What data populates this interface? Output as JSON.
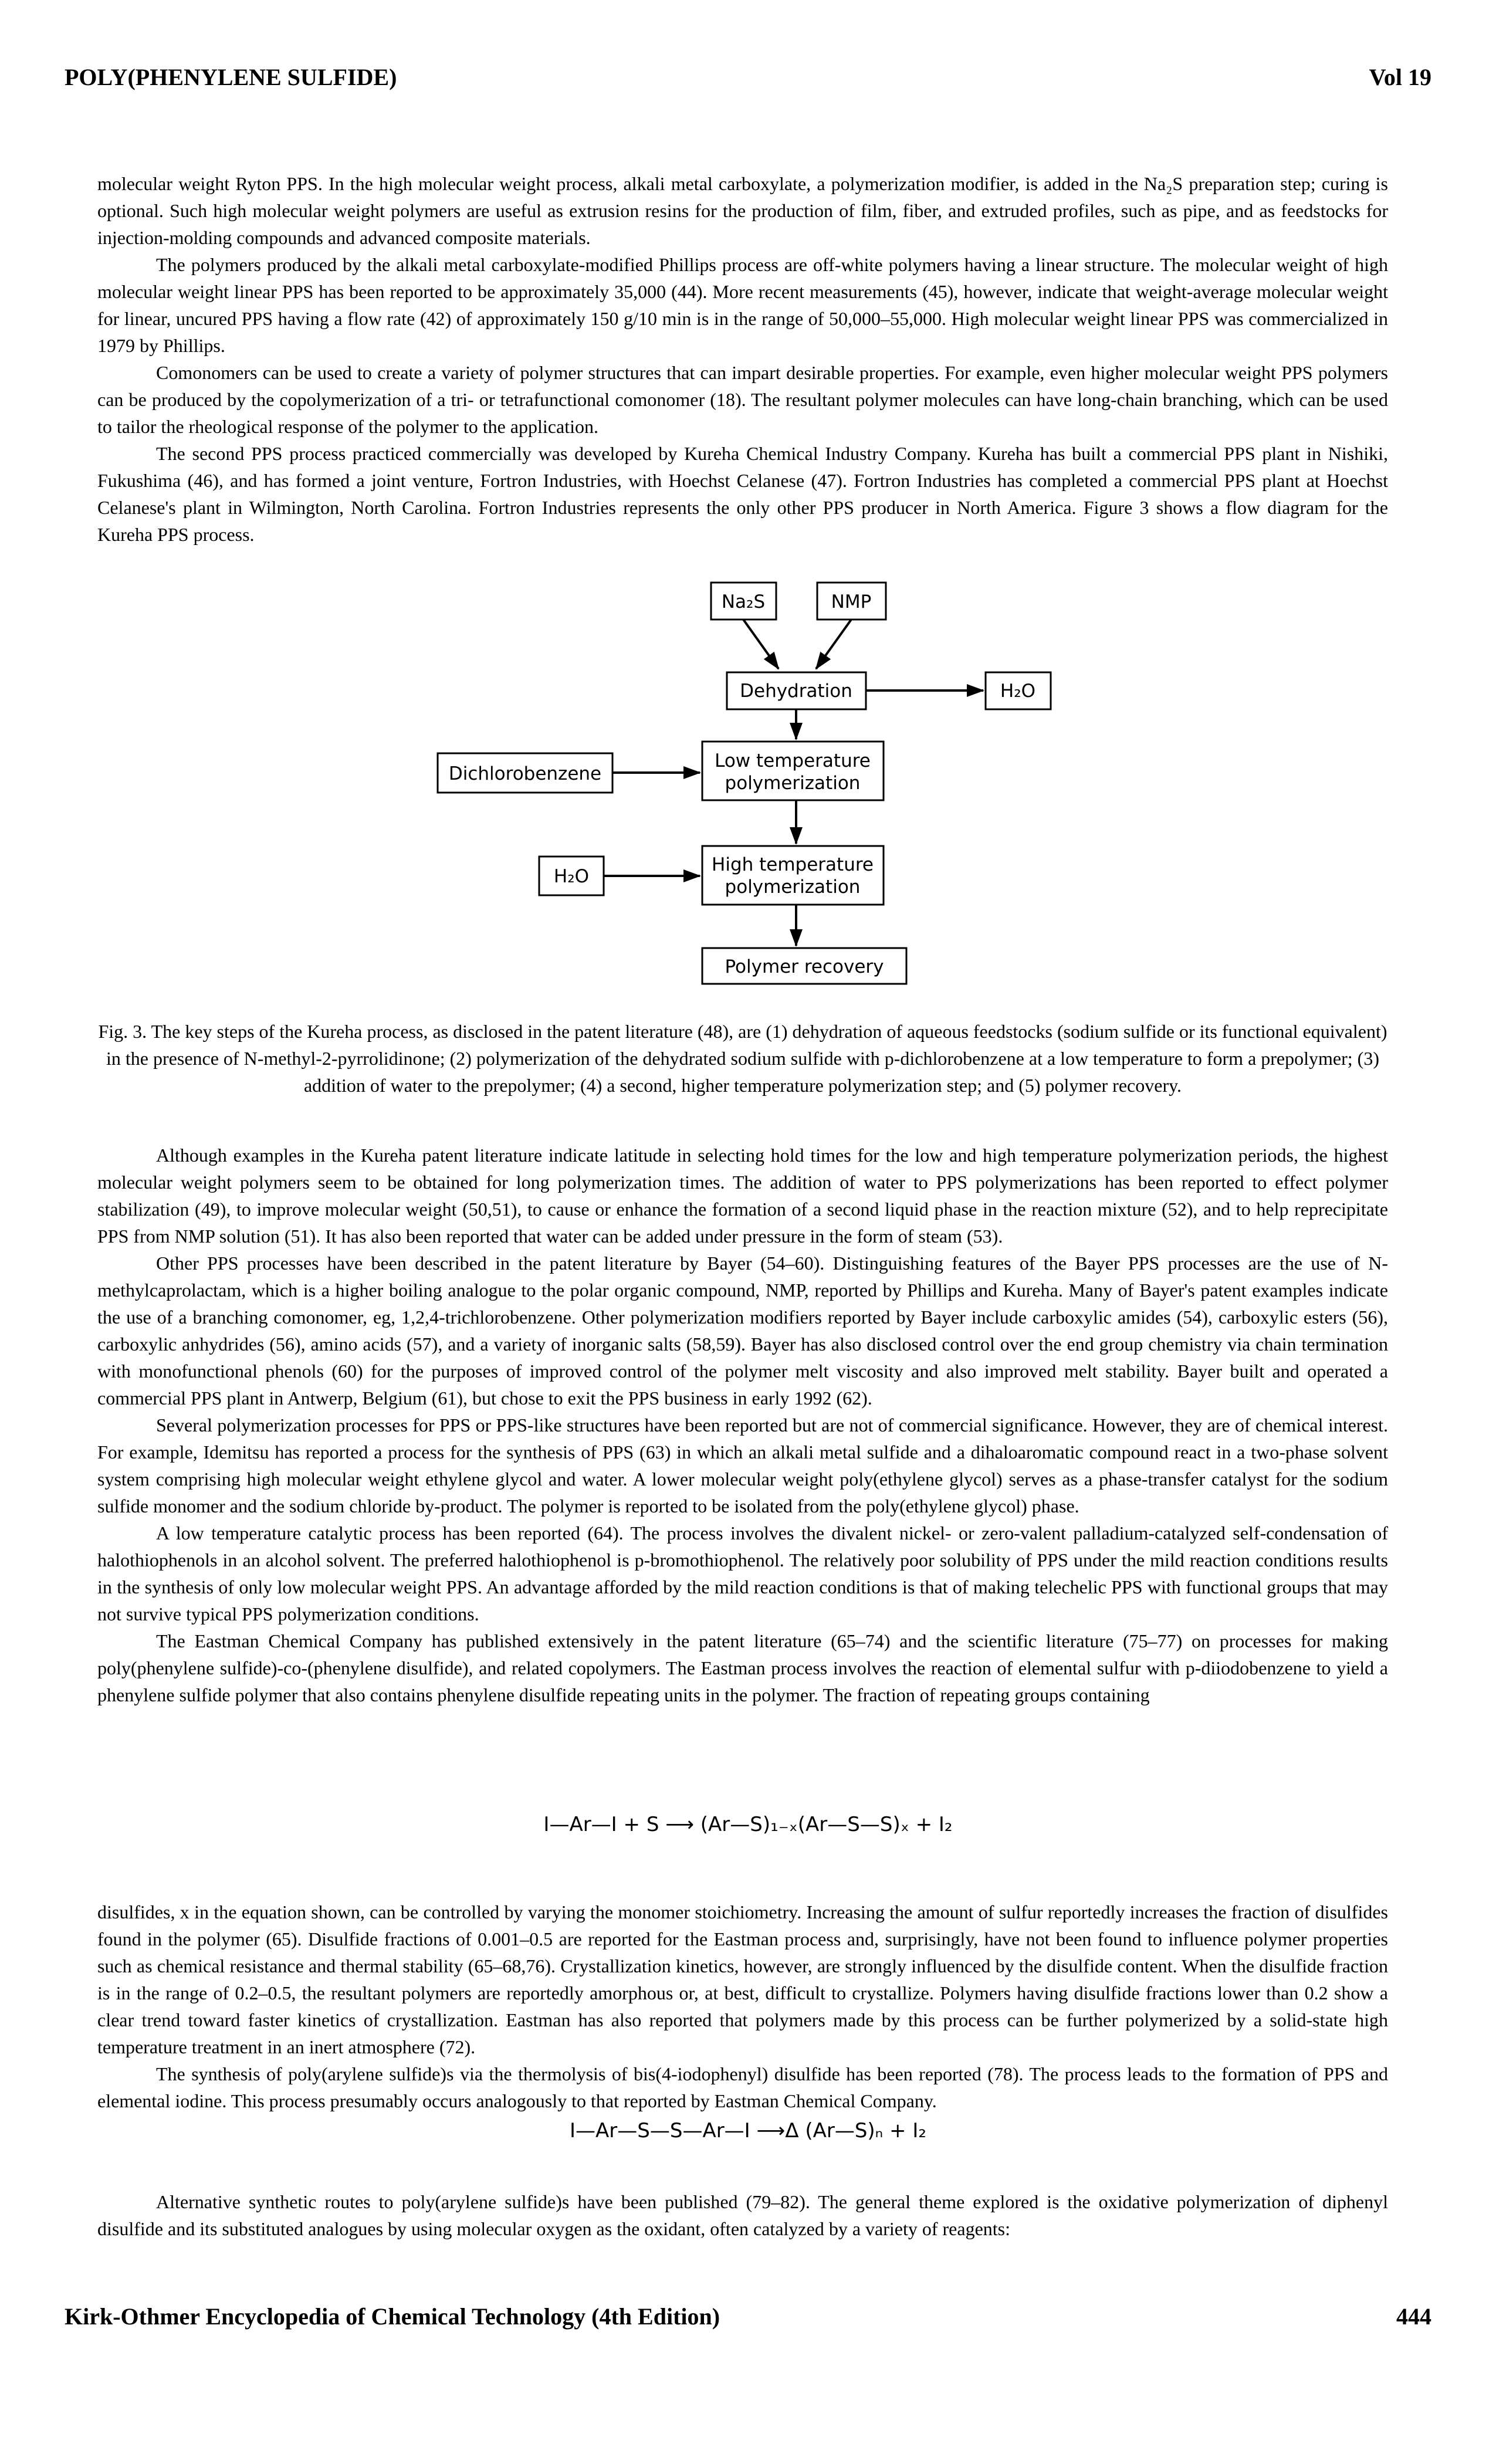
{
  "header": {
    "title": "POLY(PHENYLENE SULFIDE)",
    "volume": "Vol 19"
  },
  "paragraphs_top": [
    "molecular weight Ryton PPS. In the high molecular weight process, alkali metal carboxylate, a polymerization modifier, is added in the Na₂S preparation step; curing is optional. Such high molecular weight polymers are useful as extrusion resins for the production of film, fiber, and extruded profiles, such as pipe, and as feedstocks for injection-molding compounds and advanced composite materials.",
    "The polymers produced by the alkali metal carboxylate-modified Phillips process are off-white polymers having a linear structure. The molecular weight of high molecular weight linear PPS has been reported to be approximately 35,000 (44). More recent measurements (45), however, indicate that weight-average molecular weight for linear, uncured PPS having a flow rate (42) of approximately 150 g/10 min is in the range of 50,000–55,000. High molecular weight linear PPS was commercialized in 1979 by Phillips.",
    "Comonomers can be used to create a variety of polymer structures that can impart desirable properties. For example, even higher molecular weight PPS polymers can be produced by the copolymerization of a tri- or tetrafunctional comonomer (18). The resultant polymer molecules can have long-chain branching, which can be used to tailor the rheological response of the polymer to the application.",
    "The second PPS process practiced commercially was developed by Kureha Chemical Industry Company. Kureha has built a commercial PPS plant in Nishiki, Fukushima (46), and has formed a joint venture, Fortron Industries, with Hoechst Celanese (47). Fortron Industries has completed a commercial PPS plant at Hoechst Celanese's plant in Wilmington, North Carolina. Fortron Industries represents the only other PPS producer in North America. Figure 3 shows a flow diagram for the Kureha PPS process."
  ],
  "diagram": {
    "na2s": "Na₂S",
    "nmp": "NMP",
    "dehydration": "Dehydration",
    "h2o_out": "H₂O",
    "dichlorobenzene": "Dichlorobenzene",
    "low_temp_1": "Low temperature",
    "low_temp_2": "polymerization",
    "h2o_in": "H₂O",
    "high_temp_1": "High temperature",
    "high_temp_2": "polymerization",
    "recovery": "Polymer recovery"
  },
  "caption": "Fig. 3. The key steps of the Kureha process, as disclosed in the patent literature (48), are (1) dehydration of aqueous feedstocks (sodium sulfide or its functional equivalent) in the presence of N-methyl-2-pyrrolidinone; (2) polymerization of the dehydrated sodium sulfide with p-dichlorobenzene at a low temperature to form a prepolymer; (3) addition of water to the prepolymer; (4) a second, higher temperature polymerization step; and (5) polymer recovery.",
  "paragraphs_middle": [
    "Although examples in the Kureha patent literature indicate latitude in selecting hold times for the low and high temperature polymerization periods, the highest molecular weight polymers seem to be obtained for long polymerization times. The addition of water to PPS polymerizations has been reported to effect polymer stabilization (49), to improve molecular weight (50,51), to cause or enhance the formation of a second liquid phase in the reaction mixture (52), and to help reprecipitate PPS from NMP solution (51). It has also been reported that water can be added under pressure in the form of steam (53).",
    "Other PPS processes have been described in the patent literature by Bayer (54–60). Distinguishing features of the Bayer PPS processes are the use of N-methylcaprolactam, which is a higher boiling analogue to the polar organic compound, NMP, reported by Phillips and Kureha. Many of Bayer's patent examples indicate the use of a branching comonomer, eg, 1,2,4-trichlorobenzene. Other polymerization modifiers reported by Bayer include carboxylic amides (54), carboxylic esters (56), carboxylic anhydrides (56), amino acids (57), and a variety of inorganic salts (58,59). Bayer has also disclosed control over the end group chemistry via chain termination with monofunctional phenols (60) for the purposes of improved control of the polymer melt viscosity and also improved melt stability. Bayer built and operated a commercial PPS plant in Antwerp, Belgium (61), but chose to exit the PPS business in early 1992 (62).",
    "Several polymerization processes for PPS or PPS-like structures have been reported but are not of commercial significance. However, they are of chemical interest. For example, Idemitsu has reported a process for the synthesis of PPS (63) in which an alkali metal sulfide and a dihaloaromatic compound react in a two-phase solvent system comprising high molecular weight ethylene glycol and water. A lower molecular weight poly(ethylene glycol) serves as a phase-transfer catalyst for the sodium sulfide monomer and the sodium chloride by-product. The polymer is reported to be isolated from the poly(ethylene glycol) phase.",
    "A low temperature catalytic process has been reported (64). The process involves the divalent nickel- or zero-valent palladium-catalyzed self-condensation of halothiophenols in an alcohol solvent. The preferred halothiophenol is p-bromothiophenol. The relatively poor solubility of PPS under the mild reaction conditions results in the synthesis of only low molecular weight PPS. An advantage afforded by the mild reaction conditions is that of making telechelic PPS with functional groups that may not survive typical PPS polymerization conditions.",
    "The Eastman Chemical Company has published extensively in the patent literature (65–74) and the scientific literature (75–77) on processes for making poly(phenylene sulfide)-co-(phenylene disulfide), and related copolymers. The Eastman process involves the reaction of elemental sulfur with p-diiodobenzene to yield a phenylene sulfide polymer that also contains phenylene disulfide repeating units in the polymer. The fraction of repeating groups containing"
  ],
  "equation1": "I—Ar—I + S  ⟶  (Ar—S)₁₋ₓ(Ar—S—S)ₓ + I₂",
  "paragraphs_lower": [
    "disulfides, x in the equation shown, can be controlled by varying the monomer stoichiometry. Increasing the amount of sulfur reportedly increases the fraction of disulfides found in the polymer (65). Disulfide fractions of 0.001–0.5 are reported for the Eastman process and, surprisingly, have not been found to influence polymer properties such as chemical resistance and thermal stability (65–68,76). Crystallization kinetics, however, are strongly influenced by the disulfide content. When the disulfide fraction is in the range of 0.2–0.5, the resultant polymers are reportedly amorphous or, at best, difficult to crystallize. Polymers having disulfide fractions lower than 0.2 show a clear trend toward faster kinetics of crystallization. Eastman has also reported that polymers made by this process can be further polymerized by a solid-state high temperature treatment in an inert atmosphere (72).",
    "The synthesis of poly(arylene sulfide)s via the thermolysis of bis(4-iodophenyl) disulfide has been reported (78). The process leads to the formation of PPS and elemental iodine. This process presumably occurs analogously to that reported by Eastman Chemical Company."
  ],
  "equation2": "I—Ar—S—S—Ar—I  ⟶Δ  (Ar—S)ₙ + I₂",
  "paragraphs_bottom": [
    "Alternative synthetic routes to poly(arylene sulfide)s have been published (79–82). The general theme explored is the oxidative polymerization of diphenyl disulfide and its substituted analogues by using molecular oxygen as the oxidant, often catalyzed by a variety of reagents:"
  ],
  "footer": {
    "source": "Kirk-Othmer Encyclopedia of Chemical Technology (4th Edition)",
    "page": "444"
  }
}
